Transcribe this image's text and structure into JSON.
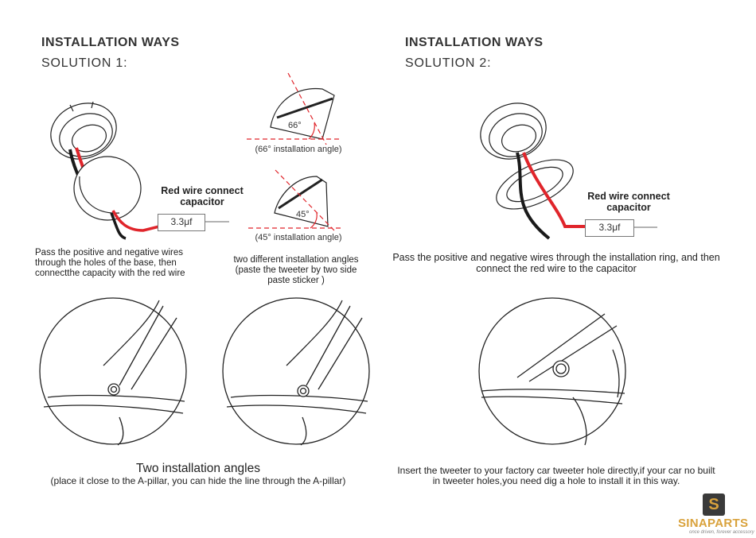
{
  "left": {
    "heading": "INSTALLATION WAYS",
    "subheading": "SOLUTION 1:",
    "red_wire_label": "Red wire connect capacitor",
    "capacitor_value": "3.3μf",
    "description": "Pass the positive and negative wires through the holes of the base, then connectthe capacity with the red wire",
    "angle_66_mark": "66°",
    "angle_66_caption": "(66° installation angle)",
    "angle_45_mark": "45°",
    "angle_45_caption": "(45° installation angle)",
    "angles_note": "two different installation angles (paste the tweeter by two side  paste sticker )",
    "bottom_title": "Two installation angles",
    "bottom_note": "(place it close to the A-pillar, you can hide the line through the A-pillar)"
  },
  "right": {
    "heading": "INSTALLATION WAYS",
    "subheading": "SOLUTION 2:",
    "red_wire_label": "Red wire connect capacitor",
    "capacitor_value": "3.3μf",
    "description": "Pass the positive and negative wires through the installation ring, and then connect the red wire to the capacitor",
    "bottom_note": "Insert the tweeter to your factory car tweeter hole directly,if your car no built in tweeter holes,you need dig a hole to install it in this way."
  },
  "logo": {
    "mark": "S",
    "name": "SINAPARTS",
    "tagline": "once driven, forever accessory"
  },
  "colors": {
    "wire_red": "#e0252b",
    "wire_black": "#1a1a1a",
    "line": "#222222",
    "logo_gold": "#d9a23c"
  }
}
